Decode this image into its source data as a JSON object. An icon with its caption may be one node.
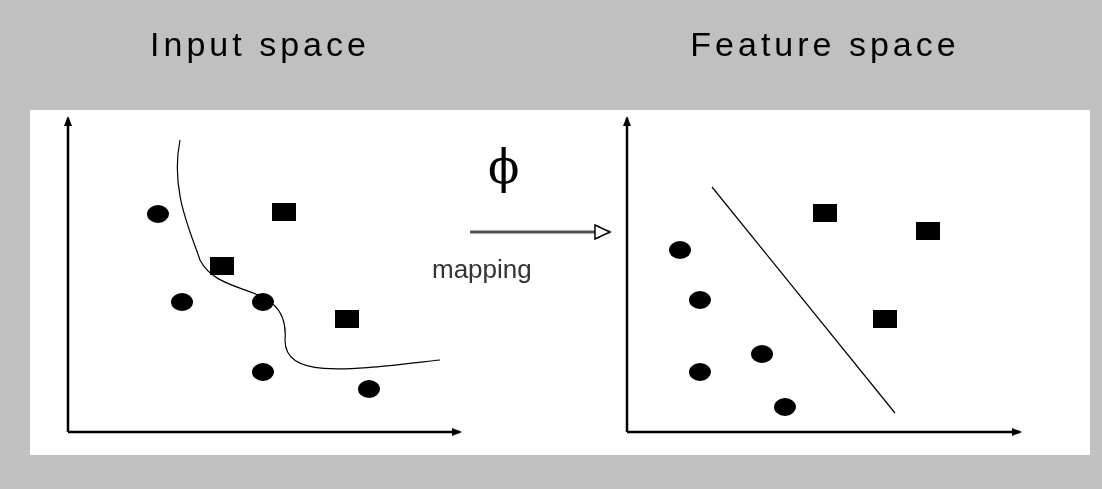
{
  "diagram": {
    "nodes": [
      {
        "text": [
          "Input space"
        ]
      },
      {
        "text": [
          "Feature space"
        ]
      }
    ],
    "edges": [
      {
        "from": 0,
        "to": 1,
        "arrow": "to",
        "label": "mapping"
      }
    ],
    "labels": [
      "ϕ"
    ]
  }
}
